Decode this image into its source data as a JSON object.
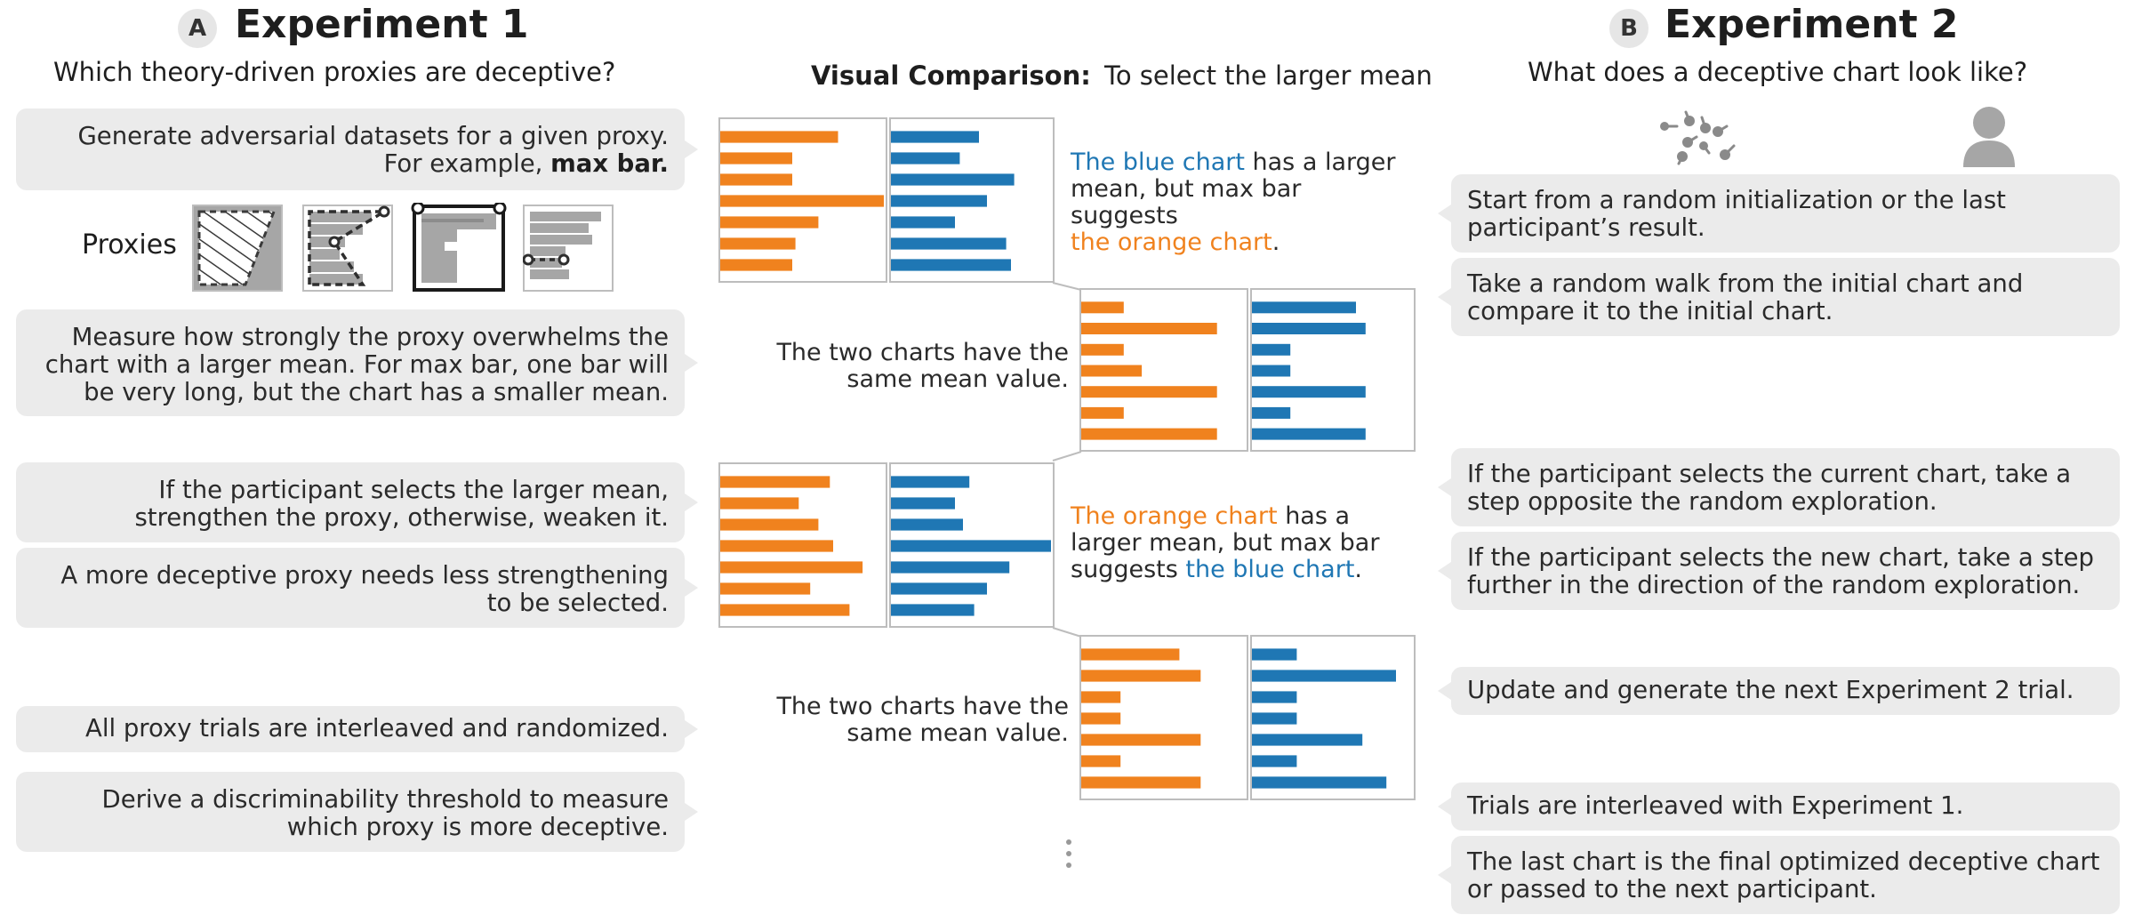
{
  "exp1": {
    "badge": "A",
    "title": "Experiment 1",
    "subtitle": "Which theory-driven proxies are deceptive?",
    "proxies_label": "Proxies",
    "box1": {
      "line1": "Generate adversarial datasets for a given proxy.",
      "line2_prefix": "For example, ",
      "line2_bold": "max bar."
    },
    "box2": [
      "Measure how strongly the proxy overwhelms the",
      "chart with a larger mean. For max bar, one bar will",
      "be very long, but the chart has a smaller mean."
    ],
    "box3": [
      "If the participant selects the larger mean,",
      "strengthen the proxy, otherwise, weaken it."
    ],
    "box4": [
      "A more deceptive proxy needs less strengthening",
      "to be selected."
    ],
    "box5": [
      "All proxy trials are interleaved and randomized."
    ],
    "box6": [
      "Derive a discriminability threshold to measure",
      "which proxy is more deceptive."
    ]
  },
  "middle": {
    "vc_label": "Visual Comparison:",
    "vc_text": "To select the larger mean",
    "ann1": {
      "blue": "The blue chart",
      "rest1": " has a larger",
      "line2": "mean, but max bar suggests",
      "orange": "the orange chart",
      "end": "."
    },
    "same1": [
      "The two charts have the",
      "same mean value."
    ],
    "ann2": {
      "orange": "The orange chart",
      "rest1": " has a",
      "line2": "larger mean, but max bar",
      "prefix3": "suggests ",
      "blue": "the blue chart",
      "end": "."
    },
    "same2": [
      "The two charts have the",
      "same mean value."
    ]
  },
  "exp2": {
    "badge": "B",
    "title": "Experiment 2",
    "subtitle": "What does a deceptive chart look like?",
    "box1": [
      "Start from a random initialization or the last",
      "participant’s result."
    ],
    "box2": [
      "Take a random walk from the initial chart and",
      "compare it to the initial chart."
    ],
    "box3": [
      "If the participant selects the current chart, take a",
      "step opposite the random exploration."
    ],
    "box4": [
      "If the participant selects the new chart, take a step",
      "further in the direction of the random exploration."
    ],
    "box5": [
      "Update and generate the next Experiment 2 trial."
    ],
    "box6": [
      "Trials are interleaved with Experiment 1."
    ],
    "box7": [
      "The last chart is the final optimized deceptive chart",
      "or passed to the next participant."
    ]
  },
  "icons": [
    "scatter-points-icon",
    "person-icon",
    "proxy-hatched-icon",
    "proxy-dashed-icon",
    "proxy-max-bar-icon",
    "proxy-dotted-icon",
    "vertical-ellipsis-icon"
  ],
  "colors": {
    "orange": "#f0821e",
    "blue": "#1f77b4",
    "box": "#ebebeb",
    "proxy_gray": "#a6a6a6"
  },
  "chart_data": [
    {
      "type": "bar",
      "name": "pair1-orange",
      "values": [
        7.2,
        4.4,
        4.4,
        10,
        6.0,
        4.6,
        4.4
      ]
    },
    {
      "type": "bar",
      "name": "pair1-blue",
      "values": [
        5.5,
        4.3,
        7.7,
        6.0,
        4.0,
        7.2,
        7.5
      ]
    },
    {
      "type": "bar",
      "name": "pair2-orange",
      "values": [
        2.6,
        8.3,
        2.6,
        3.7,
        8.3,
        2.6,
        8.3
      ]
    },
    {
      "type": "bar",
      "name": "pair2-blue",
      "values": [
        6.5,
        7.1,
        2.4,
        2.4,
        7.1,
        2.4,
        7.1
      ]
    },
    {
      "type": "bar",
      "name": "pair3-orange",
      "values": [
        6.7,
        4.8,
        6.0,
        6.9,
        8.7,
        5.5,
        7.9
      ]
    },
    {
      "type": "bar",
      "name": "pair3-blue",
      "values": [
        4.9,
        4.0,
        4.5,
        10,
        7.4,
        6.0,
        5.2
      ]
    },
    {
      "type": "bar",
      "name": "pair4-orange",
      "values": [
        6.0,
        7.3,
        2.4,
        2.4,
        7.3,
        2.4,
        7.3
      ]
    },
    {
      "type": "bar",
      "name": "pair4-blue",
      "values": [
        2.8,
        9.0,
        2.8,
        2.8,
        6.9,
        2.8,
        8.4
      ]
    }
  ]
}
